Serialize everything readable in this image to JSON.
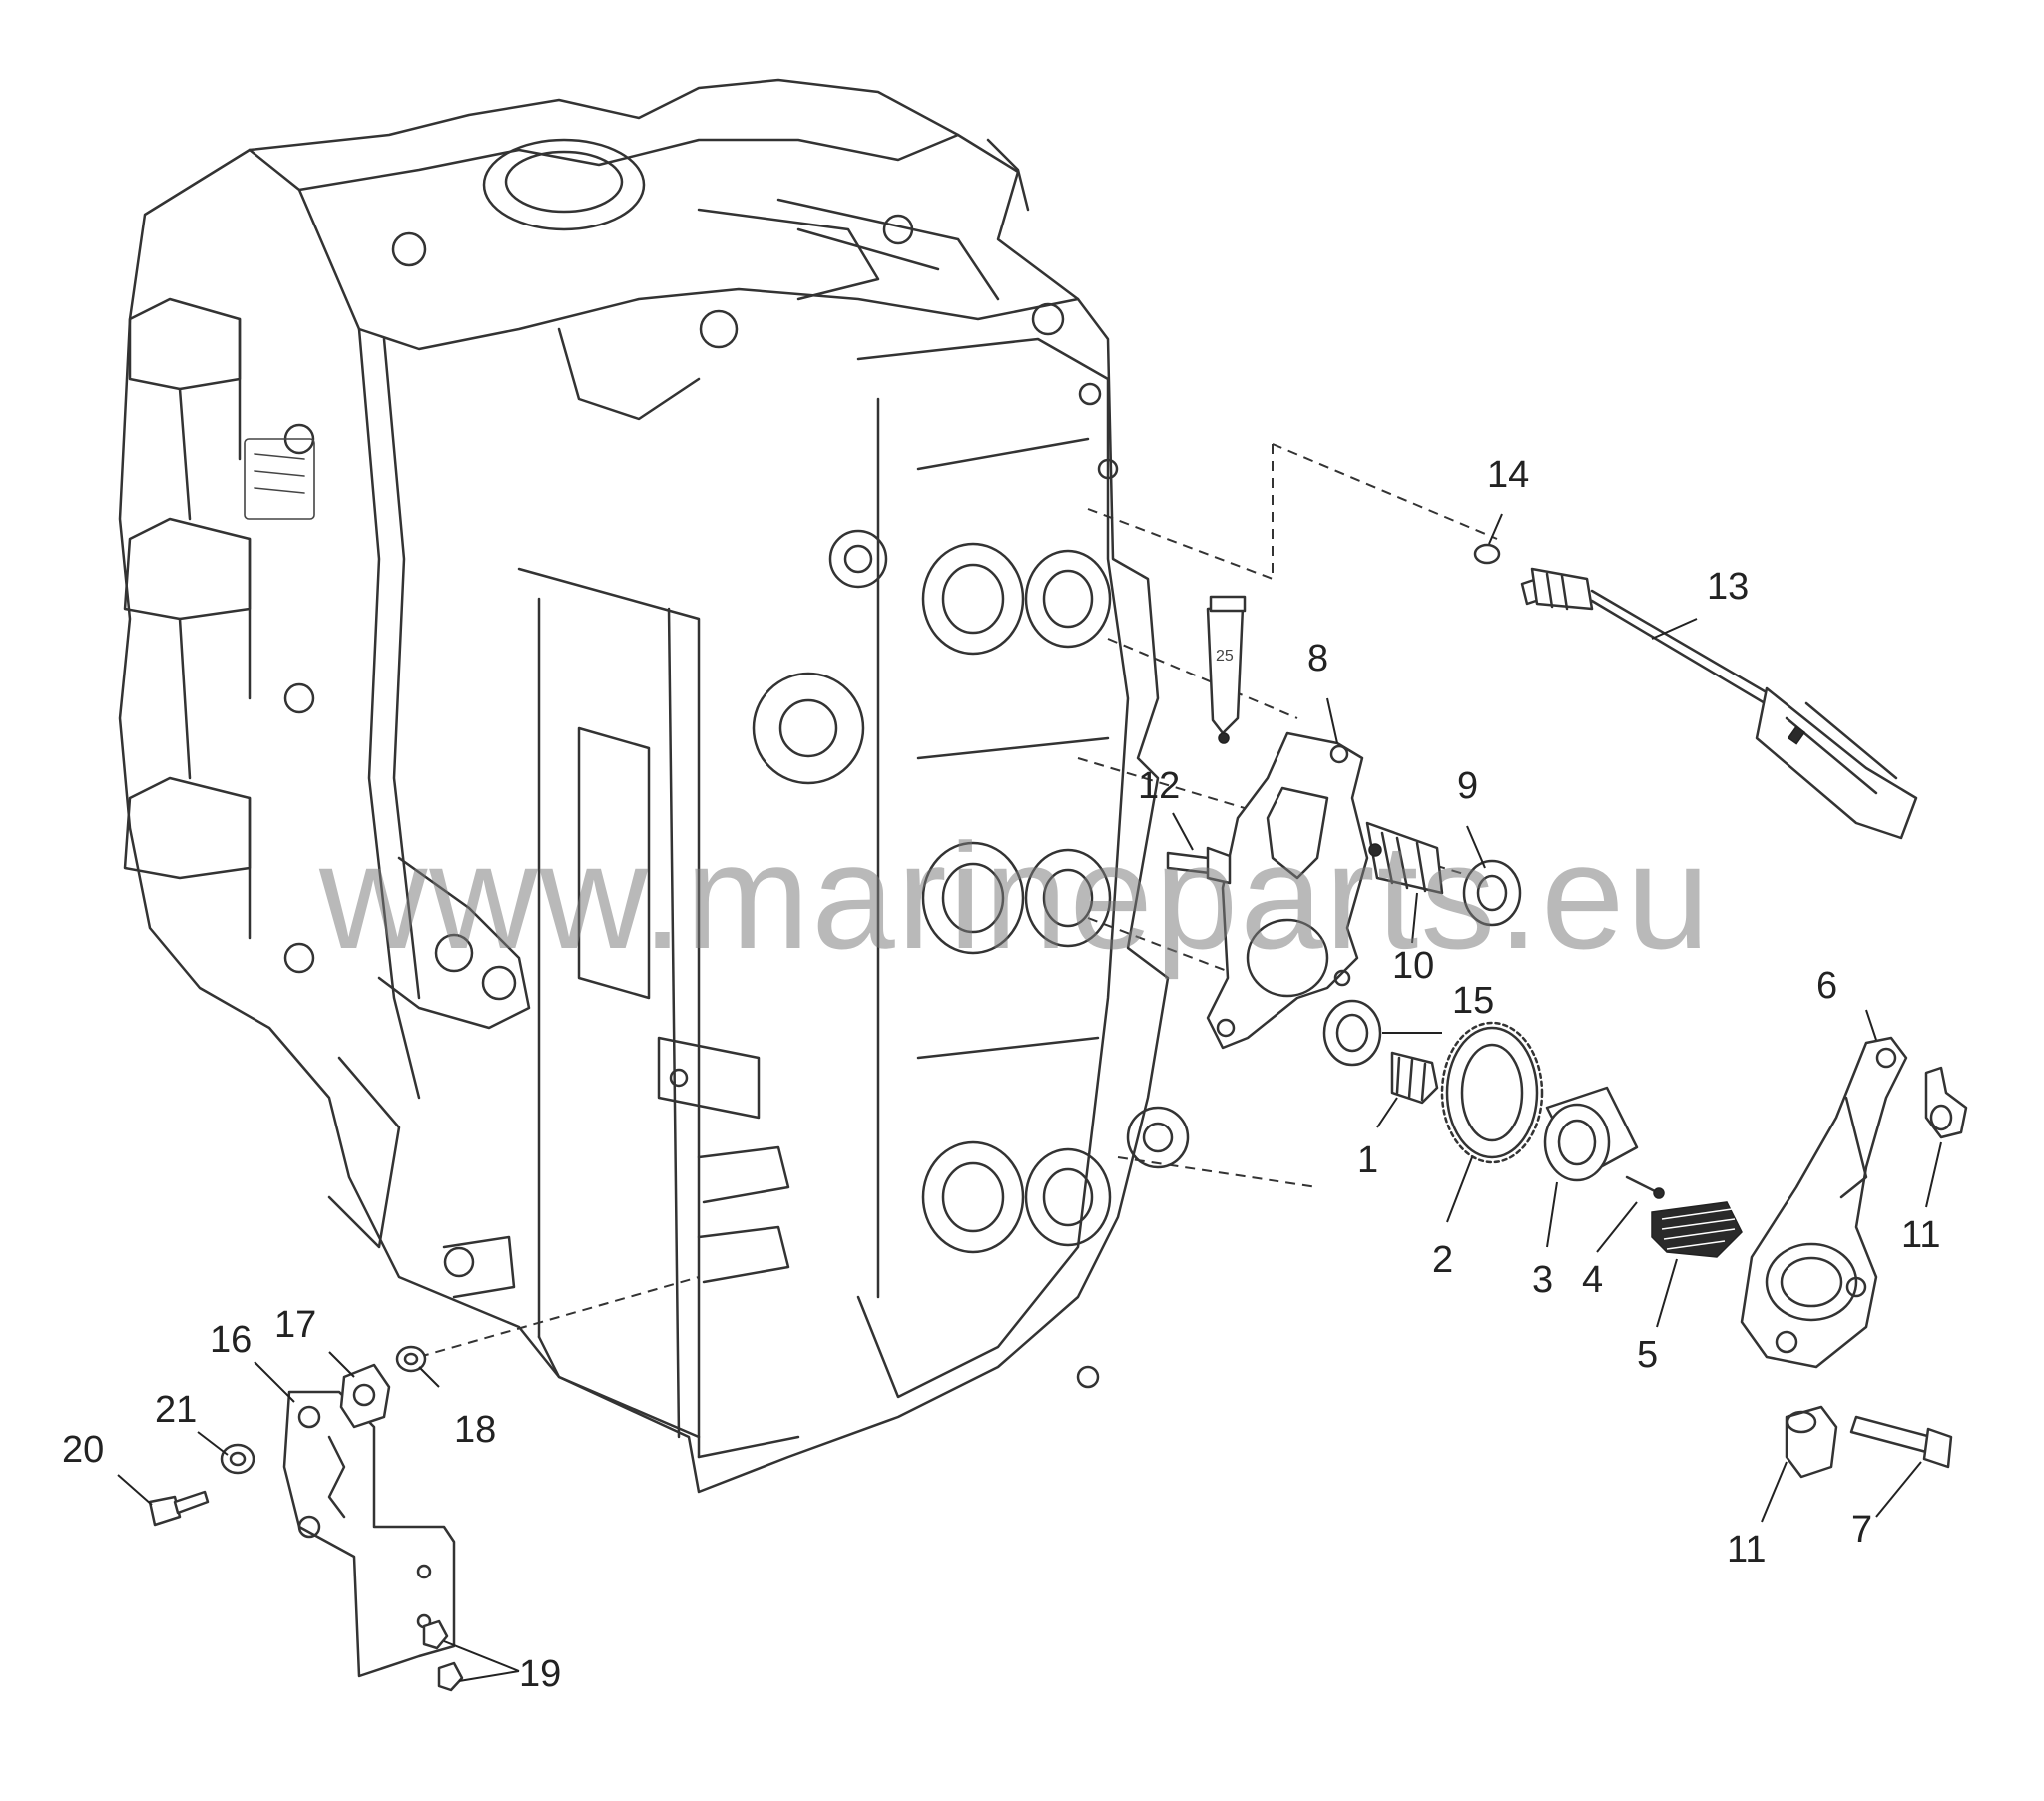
{
  "labels": {
    "p1": "1",
    "p2": "2",
    "p3": "3",
    "p4": "4",
    "p5": "5",
    "p6": "6",
    "p7": "7",
    "p8": "8",
    "p9": "9",
    "p10": "10",
    "p11a": "11",
    "p11b": "11",
    "p12": "12",
    "p13": "13",
    "p14": "14",
    "p15": "15",
    "p16": "16",
    "p17": "17",
    "p18": "18",
    "p19": "19",
    "p20": "20",
    "p21": "21",
    "sealant": "25"
  },
  "watermark": "www.marineparts.eu",
  "colors": {
    "line": "#333333",
    "background": "#ffffff",
    "watermark": "#7a7a7a"
  }
}
